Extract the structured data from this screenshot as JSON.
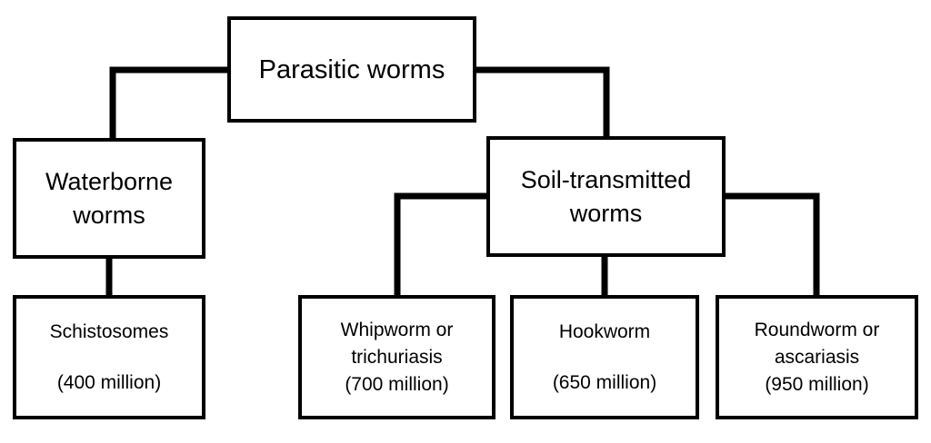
{
  "diagram": {
    "type": "hierarchy-tree",
    "orientation": "top-down",
    "colors": {
      "background": "#ffffff",
      "box_border": "#000000",
      "box_fill": "#ffffff",
      "connector": "#000000",
      "text": "#000000"
    },
    "nodes": {
      "root": {
        "id": "parasitic-worms",
        "lines": [
          "Parasitic worms"
        ],
        "level": 1
      },
      "waterborne": {
        "id": "waterborne-worms",
        "lines": [
          "Waterborne",
          "worms"
        ],
        "level": 2
      },
      "soil": {
        "id": "soil-transmitted-worms",
        "lines": [
          "Soil-transmitted",
          "worms"
        ],
        "level": 2
      },
      "schistosomes": {
        "id": "schistosomes",
        "name": "Schistosomes",
        "count": "(400 million)",
        "level": 3,
        "parent": "waterborne-worms"
      },
      "whipworm": {
        "id": "whipworm",
        "name_line1": "Whipworm or",
        "name_line2": "trichuriasis",
        "count": "(700 million)",
        "level": 3,
        "parent": "soil-transmitted-worms"
      },
      "hookworm": {
        "id": "hookworm",
        "name": "Hookworm",
        "count": "(650 million)",
        "level": 3,
        "parent": "soil-transmitted-worms"
      },
      "roundworm": {
        "id": "roundworm",
        "name_line1": "Roundworm or",
        "name_line2": "ascariasis",
        "count": "(950 million)",
        "level": 3,
        "parent": "soil-transmitted-worms"
      }
    },
    "edges": [
      {
        "from": "parasitic-worms",
        "to": "waterborne-worms",
        "style": "elbow-left"
      },
      {
        "from": "parasitic-worms",
        "to": "soil-transmitted-worms",
        "style": "elbow-right"
      },
      {
        "from": "waterborne-worms",
        "to": "schistosomes",
        "style": "straight-down"
      },
      {
        "from": "soil-transmitted-worms",
        "to": "whipworm",
        "style": "elbow-left"
      },
      {
        "from": "soil-transmitted-worms",
        "to": "hookworm",
        "style": "straight-down"
      },
      {
        "from": "soil-transmitted-worms",
        "to": "roundworm",
        "style": "elbow-right"
      }
    ]
  }
}
